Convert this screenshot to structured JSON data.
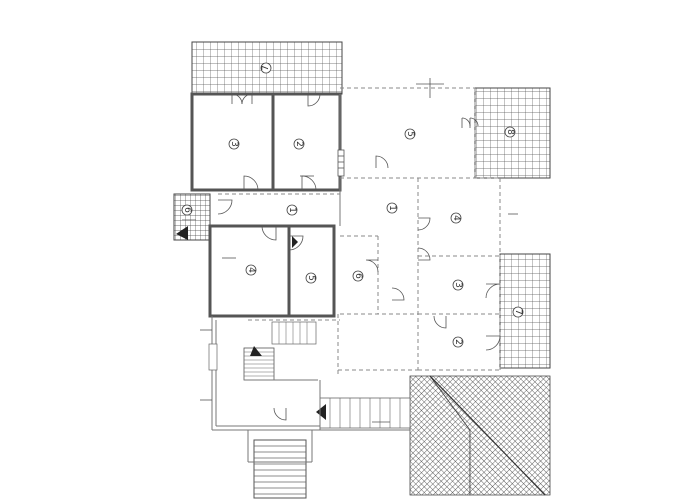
{
  "colors": {
    "wall": "#555555",
    "grid": "#555555",
    "background": "#ffffff"
  },
  "labels": {
    "west_room_3": "3",
    "west_room_2": "2",
    "west_hall_1": "1",
    "west_room_4": "4",
    "west_room_5": "5",
    "west_stair_6": "6",
    "west_terrace_7": "7",
    "east_room_5": "5",
    "east_hall_1": "1",
    "east_room_4": "4",
    "east_room_6": "6",
    "east_room_3": "3",
    "east_room_2": "2",
    "east_terrace_7": "7",
    "east_terrace_8": "8"
  }
}
